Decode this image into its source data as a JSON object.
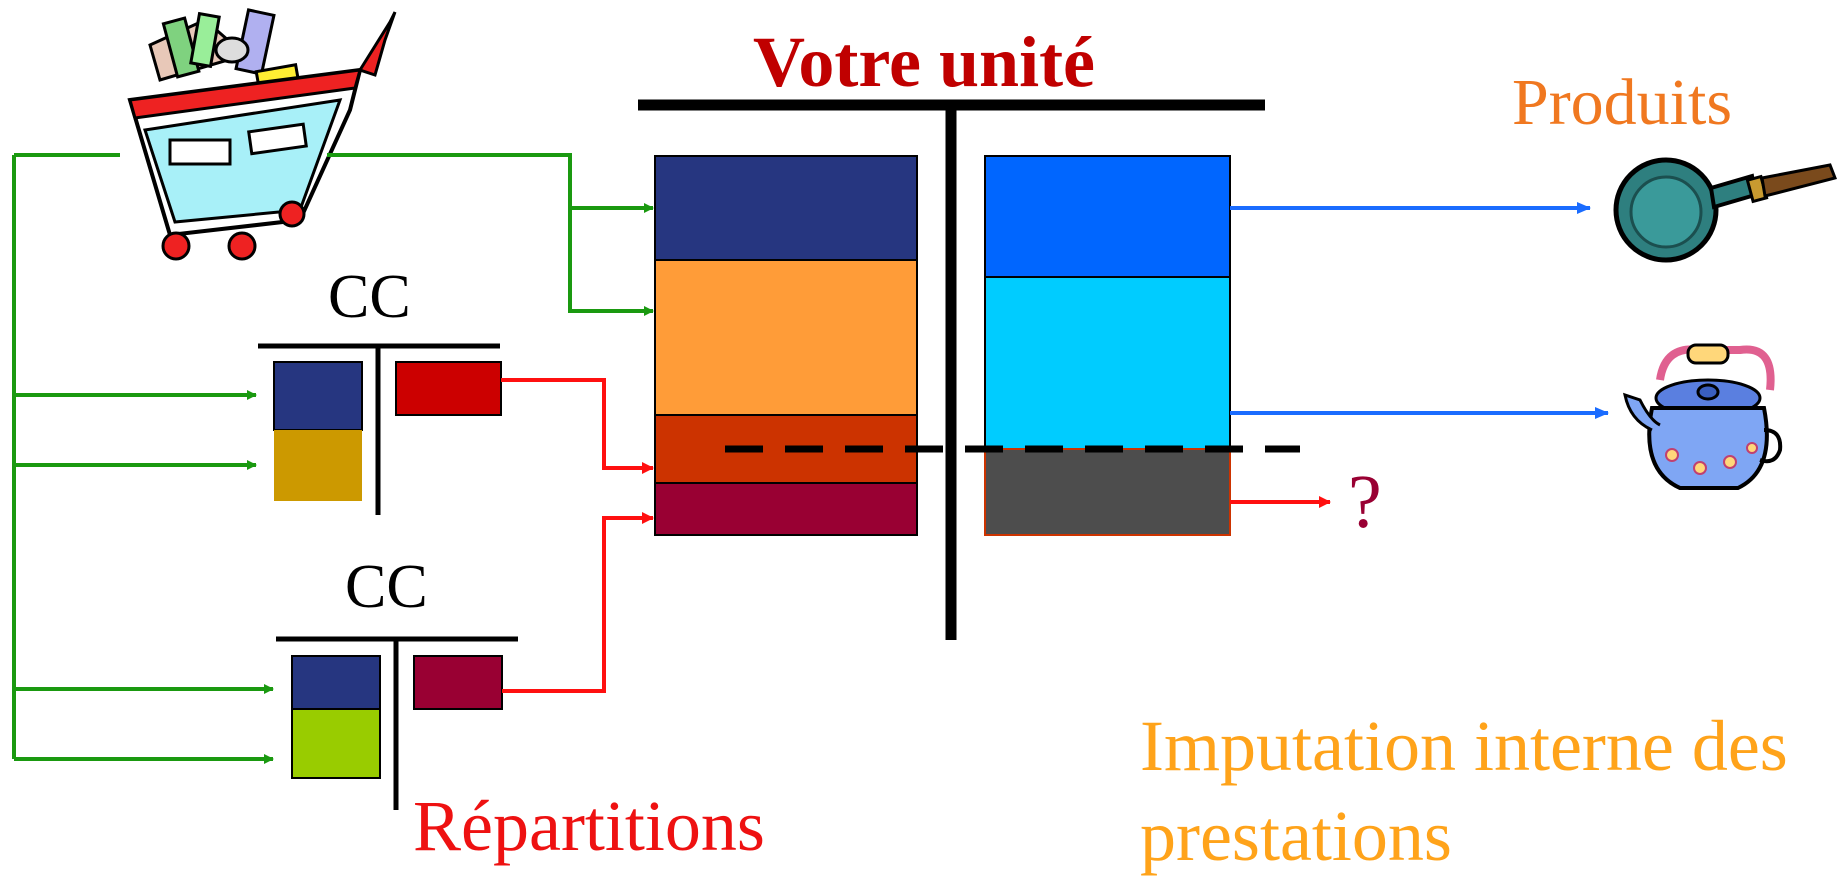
{
  "title": "Votre unité",
  "cost_centers": [
    {
      "label": "CC"
    },
    {
      "label": "CC"
    }
  ],
  "products_label": "Produits",
  "unknown_label": "?",
  "allocation_label": "Répartitions",
  "internal_imputation": {
    "line1": "Imputation interne des",
    "line2": "prestations"
  },
  "colors": {
    "flow_green": "#1a9910",
    "flow_red": "#ff1010",
    "flow_blue": "#1a6cff",
    "navy": "#263680",
    "orange": "#ff9c38",
    "rust": "#cc3300",
    "maroon": "#990033",
    "red_block": "#cc0000",
    "gold": "#cc9900",
    "lime": "#99cc00",
    "blue": "#0066ff",
    "cyan": "#00ccff",
    "grey": "#4d4d4d",
    "title_red": "#c00000",
    "products_orange": "#f07820",
    "imputation_orange": "#ffa31a"
  },
  "icons": [
    "shopping-cart-icon",
    "frying-pan-icon",
    "teapot-icon"
  ]
}
